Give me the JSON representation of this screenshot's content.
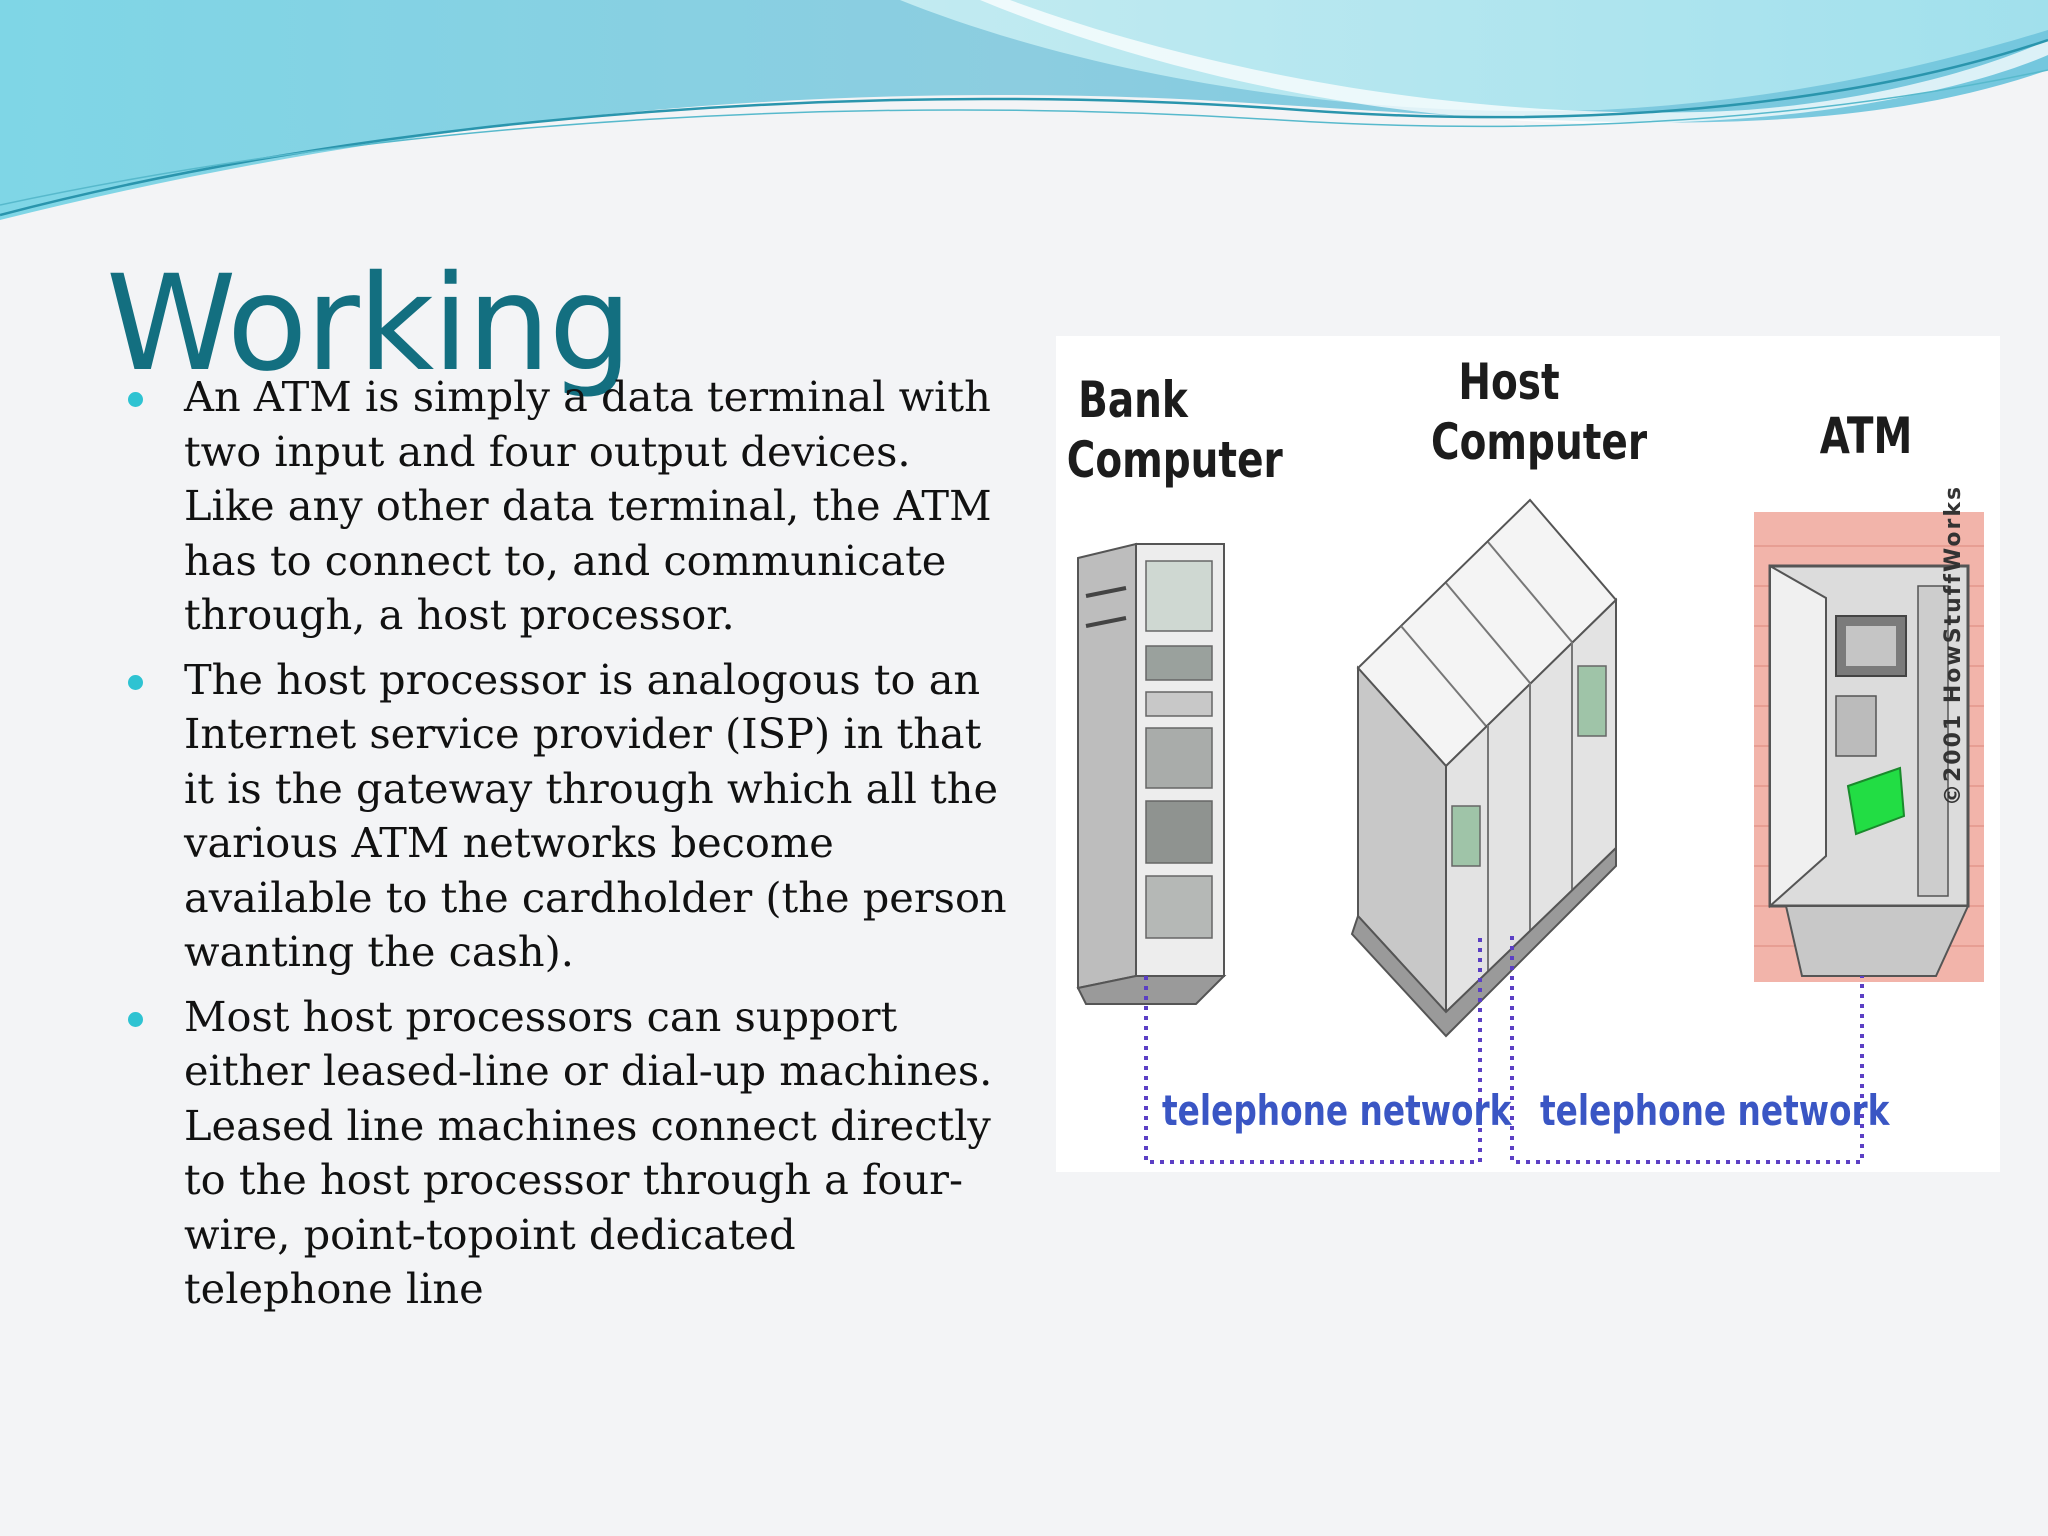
{
  "slide": {
    "title": "Working",
    "bullets": [
      "An ATM is simply a data terminal with two input and four output devices. Like any other data terminal, the ATM has to connect to, and communicate through, a host processor.",
      " The host processor is analogous to an Internet service provider (ISP) in that it is the gateway through which all the various ATM networks become available to the cardholder (the person wanting the cash).",
      " Most host processors can support either leased-line or dial-up machines. Leased line machines connect directly to the host processor through a four-wire, point-topoint dedicated telephone line"
    ]
  },
  "diagram": {
    "bank_label": "Bank Computer",
    "host_label": "Host Computer",
    "atm_label": "ATM",
    "network_label_1": "telephone network",
    "network_label_2": "telephone network",
    "copyright": "©2001 HowStuffWorks"
  },
  "colors": {
    "title": "#136f80",
    "bullet_dot": "#2ec3d2",
    "network_line": "#5b3fc4",
    "network_text": "#3a56c4",
    "atm_wall": "#f2b4aa",
    "atm_screen": "#22dd44"
  }
}
